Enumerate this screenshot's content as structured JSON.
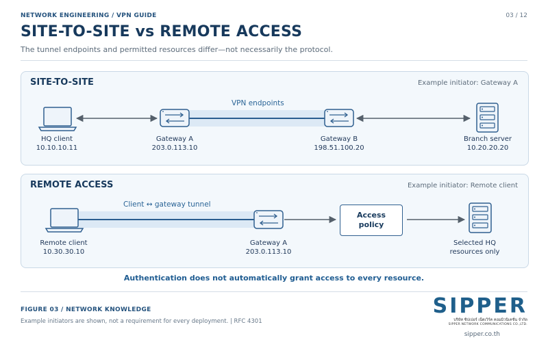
{
  "header": {
    "kicker": "NETWORK ENGINEERING / VPN GUIDE",
    "page_number": "03 / 12",
    "title": "SITE-TO-SITE vs REMOTE ACCESS",
    "subtitle": "The tunnel endpoints and permitted resources differ—not necessarily the protocol."
  },
  "site_to_site": {
    "title": "SITE-TO-SITE",
    "note": "Example initiator: Gateway A",
    "tunnel_label": "VPN endpoints",
    "nodes": [
      {
        "name": "HQ client",
        "address": "10.10.10.11",
        "icon": "laptop-icon"
      },
      {
        "name": "Gateway A",
        "address": "203.0.113.10",
        "icon": "gateway-icon"
      },
      {
        "name": "Gateway B",
        "address": "198.51.100.20",
        "icon": "gateway-icon"
      },
      {
        "name": "Branch server",
        "address": "10.20.20.20",
        "icon": "server-icon"
      }
    ]
  },
  "remote_access": {
    "title": "REMOTE ACCESS",
    "note": "Example initiator: Remote client",
    "tunnel_label": "Client ↔ gateway tunnel",
    "nodes": [
      {
        "name": "Remote client",
        "address": "10.30.30.10",
        "icon": "laptop-icon"
      },
      {
        "name": "Gateway A",
        "address": "203.0.113.10",
        "icon": "gateway-icon"
      },
      {
        "name": "Selected HQ",
        "address": "resources only",
        "icon": "server-icon"
      }
    ],
    "policy_line1": "Access",
    "policy_line2": "policy"
  },
  "warning": "Authentication does not automatically grant access to every resource.",
  "footer": {
    "figure": "FIGURE 03 / NETWORK KNOWLEDGE",
    "note": "Example initiators are shown, not a requirement for every deployment. | RFC 4301",
    "logo_word": "SIPPER",
    "logo_thai": "บริษัท ซิปเปอร์ เน็ตเวิร์ค คอมมิวนิเคชั่น จำกัด",
    "logo_en": "SIPPER NETWORK COMMUNICATIONS CO.,LTD.",
    "website": "sipper.co.th"
  },
  "colors": {
    "primary": "#17395c",
    "accent": "#2a6496",
    "panel_bg": "#f3f8fc",
    "tunnel_band": "#dce9f5",
    "arrow": "#55606b"
  }
}
